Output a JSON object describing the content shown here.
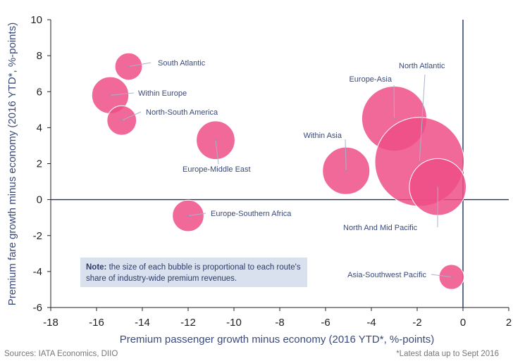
{
  "chart_data": {
    "type": "scatter",
    "bubble": true,
    "xlabel": "Premium passenger growth minus economy (2016 YTD*, %-points)",
    "ylabel": "Premium fare growth minus economy (2016 YTD*, %-points)",
    "xlim": [
      -18,
      2
    ],
    "ylim": [
      -6,
      10
    ],
    "xticks": [
      -18,
      -16,
      -14,
      -12,
      -10,
      -8,
      -6,
      -4,
      -2,
      0,
      2
    ],
    "yticks": [
      -6,
      -4,
      -2,
      0,
      2,
      4,
      6,
      8,
      10
    ],
    "grid": false,
    "bubble_color": "#ee4f86",
    "points": [
      {
        "label": "South Atlantic",
        "x": -14.6,
        "y": 7.4,
        "size": 0.6
      },
      {
        "label": "Within Europe",
        "x": -15.4,
        "y": 5.8,
        "size": 1.1
      },
      {
        "label": "North-South America",
        "x": -14.9,
        "y": 4.4,
        "size": 0.7
      },
      {
        "label": "Europe-Middle East",
        "x": -10.8,
        "y": 3.3,
        "size": 1.2
      },
      {
        "label": "Europe-Southern Africa",
        "x": -12.0,
        "y": -0.9,
        "size": 0.8
      },
      {
        "label": "Within Asia",
        "x": -5.1,
        "y": 1.6,
        "size": 1.8
      },
      {
        "label": "Europe-Asia",
        "x": -3.0,
        "y": 4.5,
        "size": 3.4
      },
      {
        "label": "North Atlantic",
        "x": -1.9,
        "y": 2.1,
        "size": 6.4
      },
      {
        "label": "North And Mid Pacific",
        "x": -1.1,
        "y": 0.7,
        "size": 2.6
      },
      {
        "label": "Asia-Southwest Pacific",
        "x": -0.5,
        "y": -4.3,
        "size": 0.5
      }
    ]
  },
  "note": {
    "bold": "Note:",
    "text": " the size of each bubble is proportional to each route's share of industry-wide premium revenues."
  },
  "footer": {
    "sources": "Sources: IATA Economics, DIIO",
    "latest": "*Latest data up to Sept 2016"
  }
}
